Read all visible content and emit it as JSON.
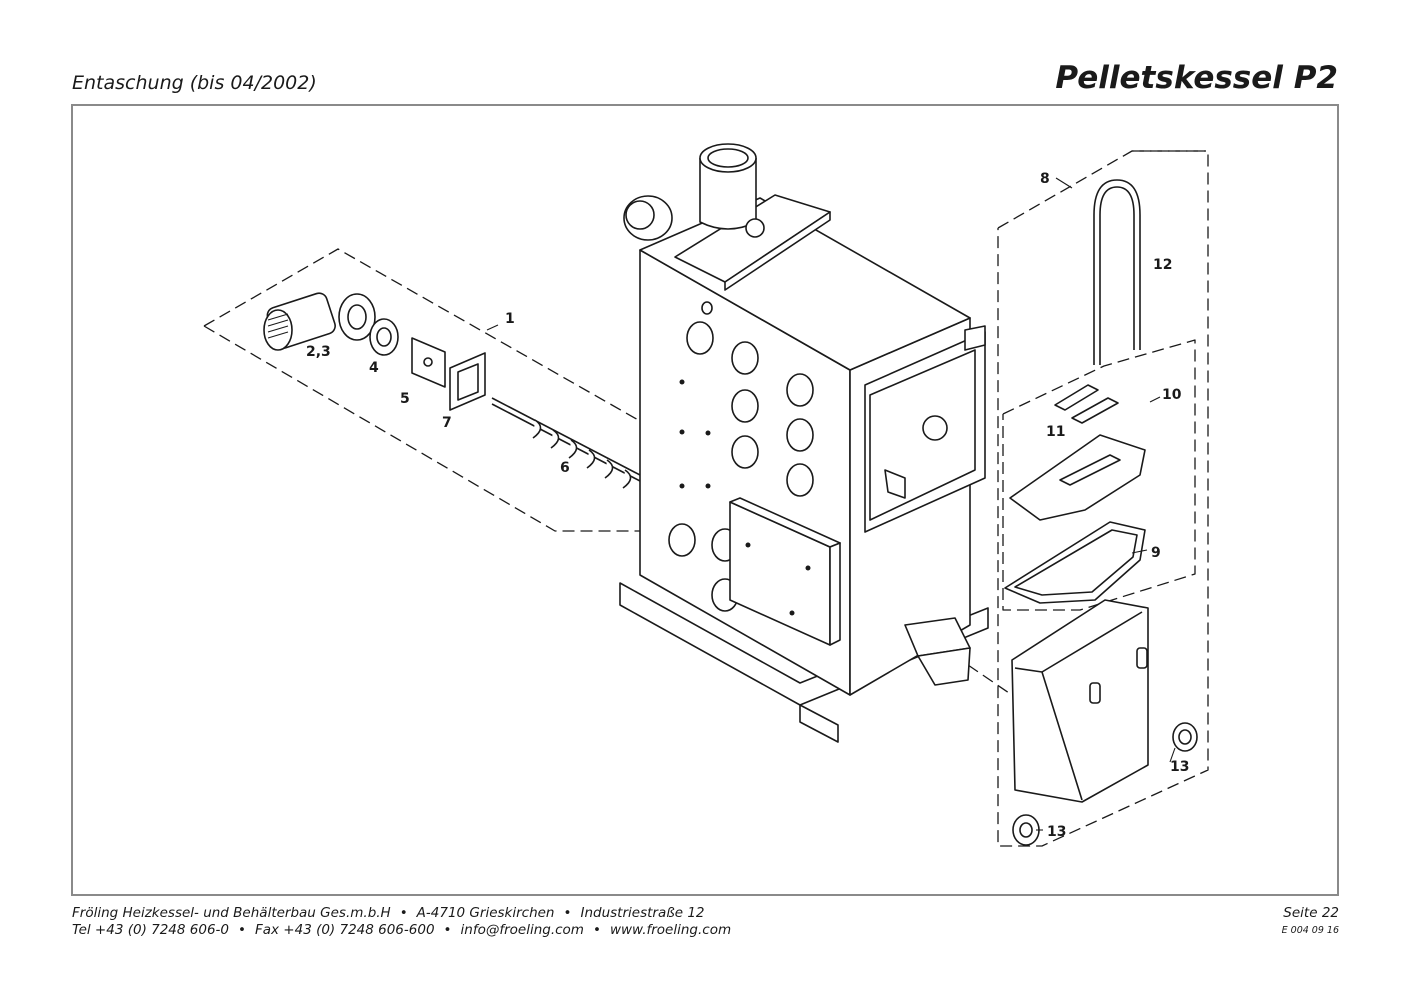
{
  "header": {
    "subtitle": "Entaschung (bis 04/2002)",
    "title": "Pelletskessel P2"
  },
  "callouts": {
    "c1": "1",
    "c23": "2,3",
    "c4": "4",
    "c5": "5",
    "c6": "6",
    "c7": "7",
    "c8": "8",
    "c9": "9",
    "c10": "10",
    "c11": "11",
    "c12": "12",
    "c13a": "13",
    "c13b": "13"
  },
  "footer": {
    "line1": [
      "Fröling Heizkessel- und Behälterbau Ges.m.b.H",
      "A-4710 Grieskirchen",
      "Industriestraße 12"
    ],
    "line2": [
      "Tel +43 (0) 7248 606-0",
      "Fax +43 (0) 7248 606-600",
      "info@froeling.com",
      "www.froeling.com"
    ],
    "bullet": "•",
    "page": "Seite 22",
    "doc_code": "E 004 09 16"
  }
}
